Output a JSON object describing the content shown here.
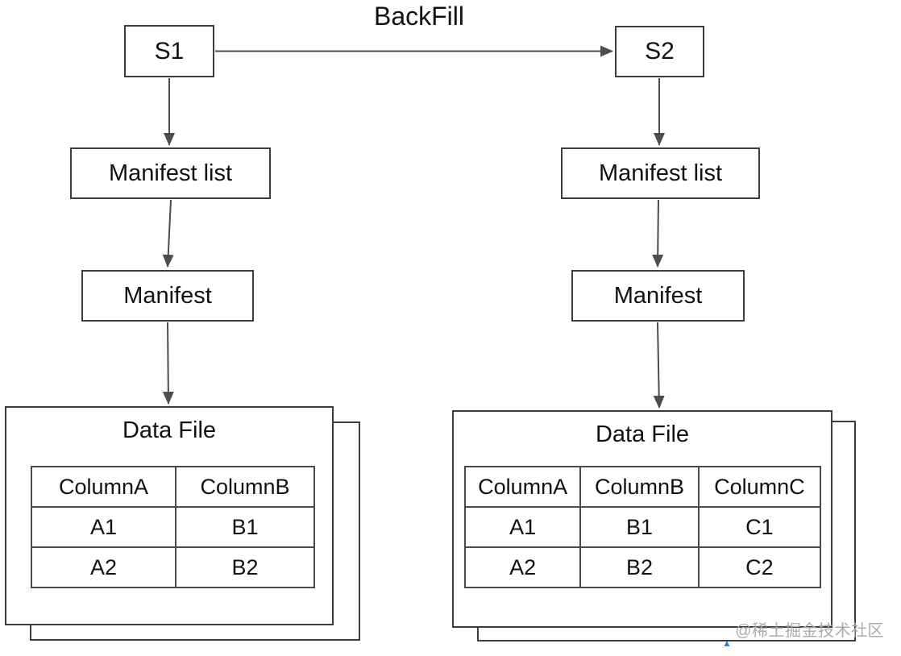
{
  "diagram": {
    "title": "BackFill",
    "watermark": "@稀土掘金技术社区"
  },
  "icons": {
    "blue_pointer": "▲"
  },
  "left": {
    "s": "S1",
    "manifest_list": "Manifest list",
    "manifest": "Manifest",
    "data_file_title": "Data File",
    "table": {
      "headers": [
        "ColumnA",
        "ColumnB"
      ],
      "rows": [
        [
          "A1",
          "B1"
        ],
        [
          "A2",
          "B2"
        ]
      ]
    }
  },
  "right": {
    "s": "S2",
    "manifest_list": "Manifest list",
    "manifest": "Manifest",
    "data_file_title": "Data File",
    "table": {
      "headers": [
        "ColumnA",
        "ColumnB",
        "ColumnC"
      ],
      "rows": [
        [
          "A1",
          "B1",
          "C1"
        ],
        [
          "A2",
          "B2",
          "C2"
        ]
      ]
    }
  },
  "colors": {
    "box_border": "#3d3d3d",
    "arrow": "#4d4d4d",
    "table_border": "#4a4a4a",
    "watermark": "#ababab",
    "pointer": "#2f7bf5"
  }
}
